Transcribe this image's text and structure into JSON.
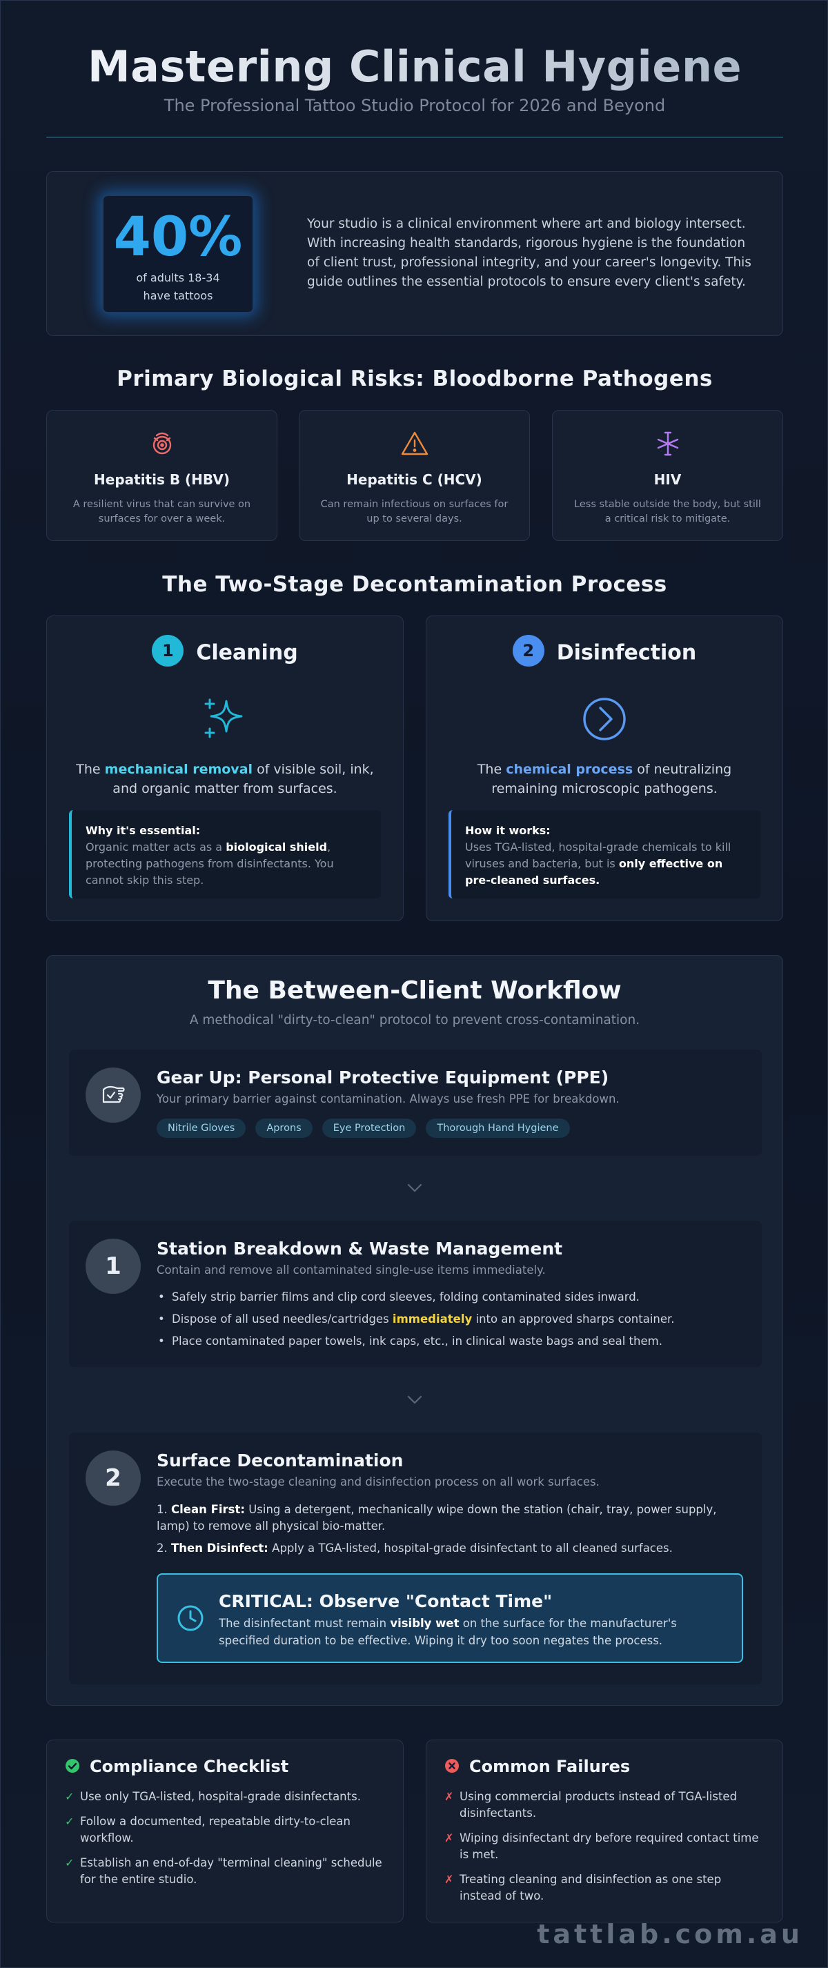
{
  "header": {
    "title": "Mastering Clinical Hygiene",
    "subtitle": "The Professional Tattoo Studio Protocol for 2026 and Beyond"
  },
  "intro": {
    "stat_value": "40%",
    "stat_caption_line1": "of adults 18-34",
    "stat_caption_line2": "have tattoos",
    "text": "Your studio is a clinical environment where art and biology intersect. With increasing health standards, rigorous hygiene is the foundation of client trust, professional integrity, and your career's longevity. This guide outlines the essential protocols to ensure every client's safety."
  },
  "risks": {
    "title": "Primary Biological Risks: Bloodborne Pathogens",
    "items": [
      {
        "name": "Hepatitis B (HBV)",
        "desc": "A resilient virus that can survive on surfaces for over a week.",
        "icon": "virus-icon",
        "color": "#f06a6a"
      },
      {
        "name": "Hepatitis C (HCV)",
        "desc": "Can remain infectious on surfaces for up to several days.",
        "icon": "warning-icon",
        "color": "#f08a3a"
      },
      {
        "name": "HIV",
        "desc": "Less stable outside the body, but still a critical risk to mitigate.",
        "icon": "microbe-icon",
        "color": "#b57af2"
      }
    ]
  },
  "stages": {
    "title": "The Two-Stage Decontamination Process",
    "cleaning": {
      "num": "1",
      "name": "Cleaning",
      "desc_pre": "The ",
      "desc_hl": "mechanical removal",
      "desc_post": " of visible soil, ink, and organic matter from surfaces.",
      "note_label": "Why it's essential:",
      "note_pre": "Organic matter acts as a ",
      "note_bold": "biological shield",
      "note_post": ", protecting pathogens from disinfectants. You cannot skip this step.",
      "accent": "#22b8d8",
      "icon": "sparkles-icon"
    },
    "disinfection": {
      "num": "2",
      "name": "Disinfection",
      "desc_pre": "The ",
      "desc_hl": "chemical process",
      "desc_post": " of neutralizing remaining microscopic pathogens.",
      "note_label": "How it works:",
      "note_pre": "Uses TGA-listed, hospital-grade chemicals to kill viruses and bacteria, but is ",
      "note_bold": "only effective on pre-cleaned surfaces.",
      "note_post": "",
      "accent": "#4a8ef0",
      "icon": "chevron-circle-icon"
    }
  },
  "workflow": {
    "title": "The Between-Client Workflow",
    "subtitle": "A methodical \"dirty-to-clean\" protocol to prevent cross-contamination.",
    "ppe": {
      "title": "Gear Up: Personal Protective Equipment (PPE)",
      "subtitle": "Your primary barrier against contamination. Always use fresh PPE for breakdown.",
      "tags": [
        "Nitrile Gloves",
        "Aprons",
        "Eye Protection",
        "Thorough Hand Hygiene"
      ]
    },
    "step1": {
      "num": "1",
      "title": "Station Breakdown & Waste Management",
      "subtitle": "Contain and remove all contaminated single-use items immediately.",
      "b1": "Safely strip barrier films and clip cord sleeves, folding contaminated sides inward.",
      "b2_pre": "Dispose of all used needles/cartridges ",
      "b2_hl": "immediately",
      "b2_post": " into an approved sharps container.",
      "b3": "Place contaminated paper towels, ink caps, etc., in clinical waste bags and seal them."
    },
    "step2": {
      "num": "2",
      "title": "Surface Decontamination",
      "subtitle": "Execute the two-stage cleaning and disinfection process on all work surfaces.",
      "l1_num": "1.",
      "l1_bold": "Clean First:",
      "l1_text": " Using a detergent, mechanically wipe down the station (chair, tray, power supply, lamp) to remove all physical bio-matter.",
      "l2_num": "2.",
      "l2_bold": "Then Disinfect:",
      "l2_text": " Apply a TGA-listed, hospital-grade disinfectant to all cleaned surfaces.",
      "critical_title": "CRITICAL: Observe \"Contact Time\"",
      "critical_pre": "The disinfectant must remain ",
      "critical_bold": "visibly wet",
      "critical_post": " on the surface for the manufacturer's specified duration to be effective. Wiping it dry too soon negates the process."
    }
  },
  "compliance": {
    "title": "Compliance Checklist",
    "items": [
      "Use only TGA-listed, hospital-grade disinfectants.",
      "Follow a documented, repeatable dirty-to-clean workflow.",
      "Establish an end-of-day \"terminal cleaning\" schedule for the entire studio."
    ]
  },
  "failures": {
    "title": "Common Failures",
    "items": [
      "Using commercial products instead of TGA-listed disinfectants.",
      "Wiping disinfectant dry before required contact time is met.",
      "Treating cleaning and disinfection as one step instead of two."
    ]
  },
  "brand": "tattlab.com.au"
}
